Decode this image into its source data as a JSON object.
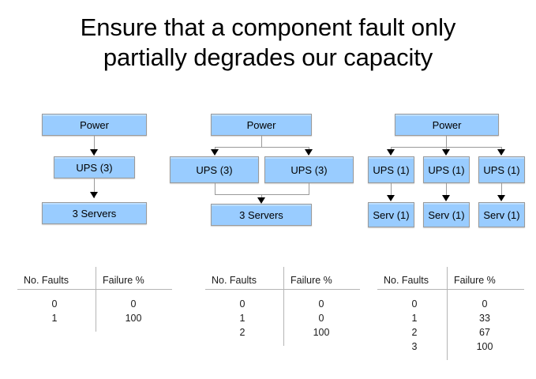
{
  "slide": {
    "title_line1": "Ensure that a component fault only",
    "title_line2": "partially degrades our capacity",
    "node_fill_color": "#99ccff",
    "node_border_color": "#9a9a9a",
    "background_color": "#ffffff",
    "text_color": "#000000"
  },
  "diagrams": [
    {
      "id": "single-path",
      "nodes": {
        "power": "Power",
        "ups": "UPS (3)",
        "servers": "3 Servers"
      }
    },
    {
      "id": "dual-ups",
      "nodes": {
        "power": "Power",
        "ups_left": "UPS (3)",
        "ups_right": "UPS (3)",
        "servers": "3 Servers"
      }
    },
    {
      "id": "triple-independent",
      "nodes": {
        "power": "Power",
        "ups_1": "UPS (1)",
        "ups_2": "UPS (1)",
        "ups_3": "UPS (1)",
        "serv_1": "Serv (1)",
        "serv_2": "Serv (1)",
        "serv_3": "Serv (1)"
      }
    }
  ],
  "tables": [
    {
      "id": "table-1",
      "headers": [
        "No. Faults",
        "Failure %"
      ],
      "rows": [
        [
          "0",
          "0"
        ],
        [
          "1",
          "100"
        ]
      ]
    },
    {
      "id": "table-2",
      "headers": [
        "No. Faults",
        "Failure %"
      ],
      "rows": [
        [
          "0",
          "0"
        ],
        [
          "1",
          "0"
        ],
        [
          "2",
          "100"
        ]
      ]
    },
    {
      "id": "table-3",
      "headers": [
        "No. Faults",
        "Failure %"
      ],
      "rows": [
        [
          "0",
          "0"
        ],
        [
          "1",
          "33"
        ],
        [
          "2",
          "67"
        ],
        [
          "3",
          "100"
        ]
      ]
    }
  ]
}
